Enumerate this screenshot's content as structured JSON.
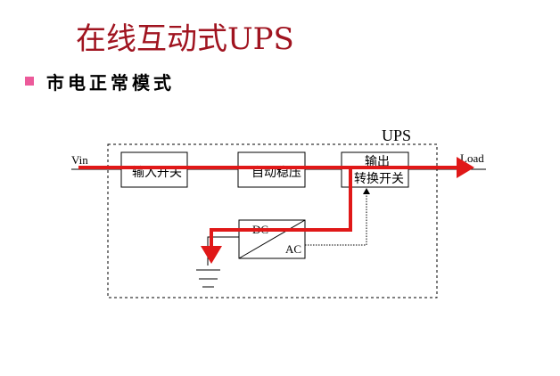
{
  "title": "在线互动式UPS",
  "bullet": "市电正常模式",
  "colors": {
    "title": "#a01420",
    "bullet": "#ec5a9a",
    "flow": "#e01818"
  },
  "diagram": {
    "ups_label": "UPS",
    "vin": "Vin",
    "load": "Load",
    "input_switch": "输入开关",
    "avr": "自动稳压",
    "output_switch_line1": "输出",
    "output_switch_line2": "转换开关",
    "converter_dc": "DC",
    "converter_ac": "AC"
  }
}
